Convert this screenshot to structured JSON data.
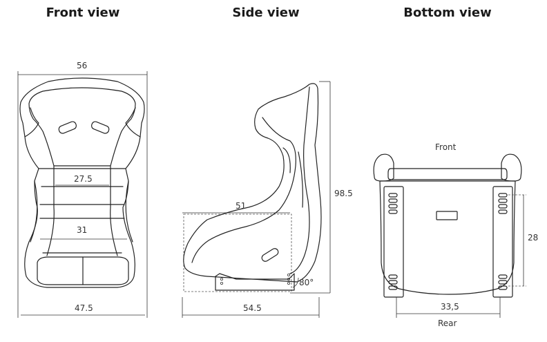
{
  "views": {
    "front_title": "Front view",
    "side_title": "Side view",
    "bottom_title": "Bottom view"
  },
  "front": {
    "top_width": "56",
    "upper_back": "27.5",
    "lower_back": "31",
    "base_width": "47.5"
  },
  "side": {
    "depth_top": "51",
    "height": "98.5",
    "angle": "80°",
    "base_depth": "54.5"
  },
  "bottom": {
    "front_label": "Front",
    "rear_label": "Rear",
    "rail_length": "28",
    "rail_width": "33,5"
  }
}
